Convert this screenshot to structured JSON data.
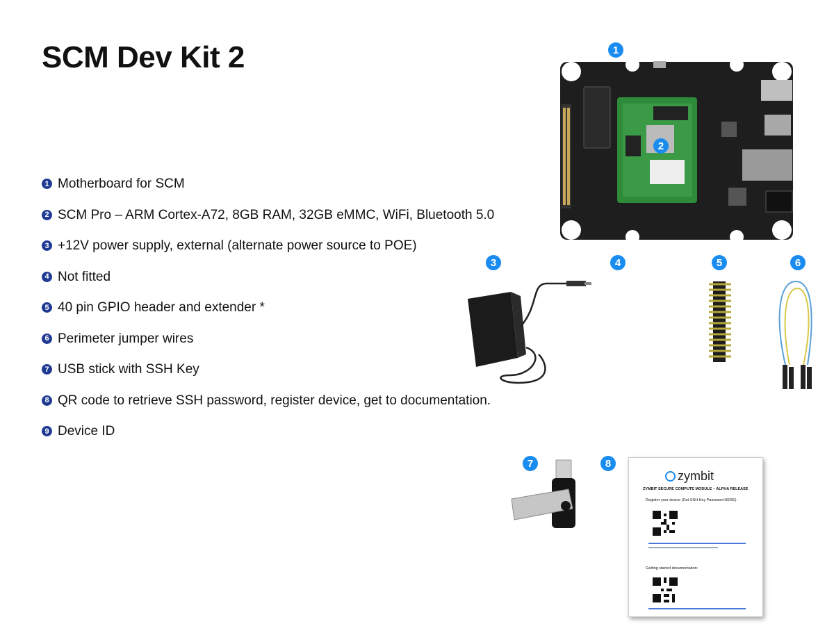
{
  "title": "SCM Dev Kit 2",
  "items": [
    {
      "num": "1",
      "text": "Motherboard for SCM"
    },
    {
      "num": "2",
      "text": "SCM Pro – ARM Cortex-A72, 8GB RAM, 32GB eMMC, WiFi, Bluetooth 5.0"
    },
    {
      "num": "3",
      "text": "+12V power supply, external (alternate power source to POE)"
    },
    {
      "num": "4",
      "text": "Not fitted"
    },
    {
      "num": "5",
      "text": "40 pin GPIO header and extender *"
    },
    {
      "num": "6",
      "text": "Perimeter jumper wires"
    },
    {
      "num": "7",
      "text": "USB stick with SSH Key"
    },
    {
      "num": "8",
      "text": "QR code to retrieve SSH password, register device, get to documentation."
    },
    {
      "num": "9",
      "text": "Device ID"
    }
  ],
  "badges": [
    "1",
    "2",
    "3",
    "4",
    "5",
    "6",
    "7",
    "8"
  ],
  "document": {
    "brand": "zymbit",
    "heading": "ZYMBIT SECURE COMPUTE MODULE – ALPHA RELEASE",
    "step1": "Register your device (Get SSH Key Password HERE).",
    "step2": "Getting started documentation:"
  },
  "colors": {
    "badge": "#1a8cf0",
    "list_bullet": "#1f3a93",
    "board": "#1e1e1e",
    "module": "#2e8b3a"
  }
}
